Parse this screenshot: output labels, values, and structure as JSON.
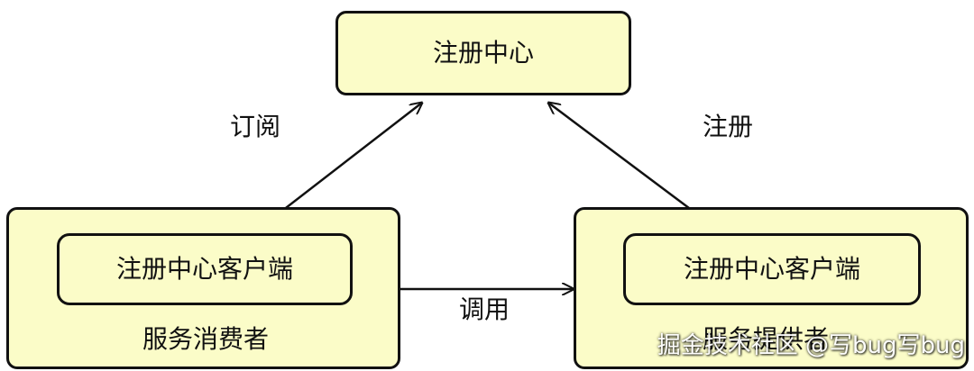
{
  "diagram": {
    "registry": {
      "label": "注册中心"
    },
    "consumer": {
      "label": "服务消费者",
      "client_label": "注册中心客户端"
    },
    "provider": {
      "label": "服务提供者",
      "client_label": "注册中心客户端"
    },
    "edges": {
      "subscribe_label": "订阅",
      "register_label": "注册",
      "invoke_label": "调用"
    }
  },
  "watermark": {
    "text": "掘金技术社区 @写bug写bug"
  },
  "colors": {
    "box_fill": "#fbfcc8",
    "stroke": "#111111"
  }
}
